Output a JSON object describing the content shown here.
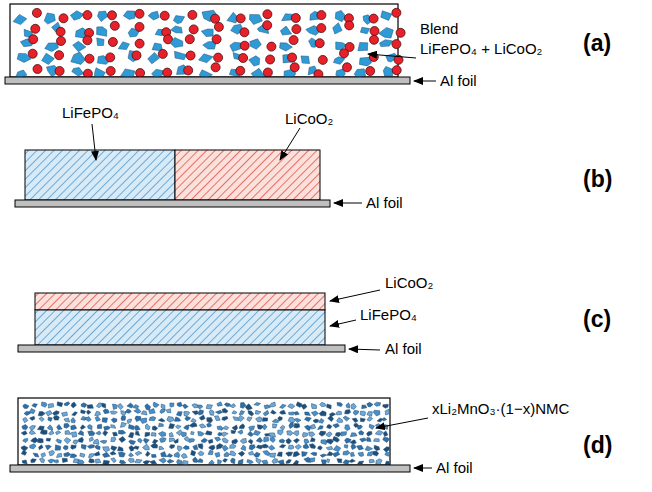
{
  "diagram": {
    "labels": [
      "Blend",
      "LiFePO₄ + LiCoO₂",
      "Al foil",
      "(a)",
      "LiFePO₄",
      "LiCoO₂",
      "Al foil",
      "(b)",
      "LiCoO₂",
      "LiFePO₄",
      "Al foil",
      "(c)",
      "xLi₂MnO₃·(1−x)NMC",
      "Al foil",
      "(d)"
    ]
  }
}
